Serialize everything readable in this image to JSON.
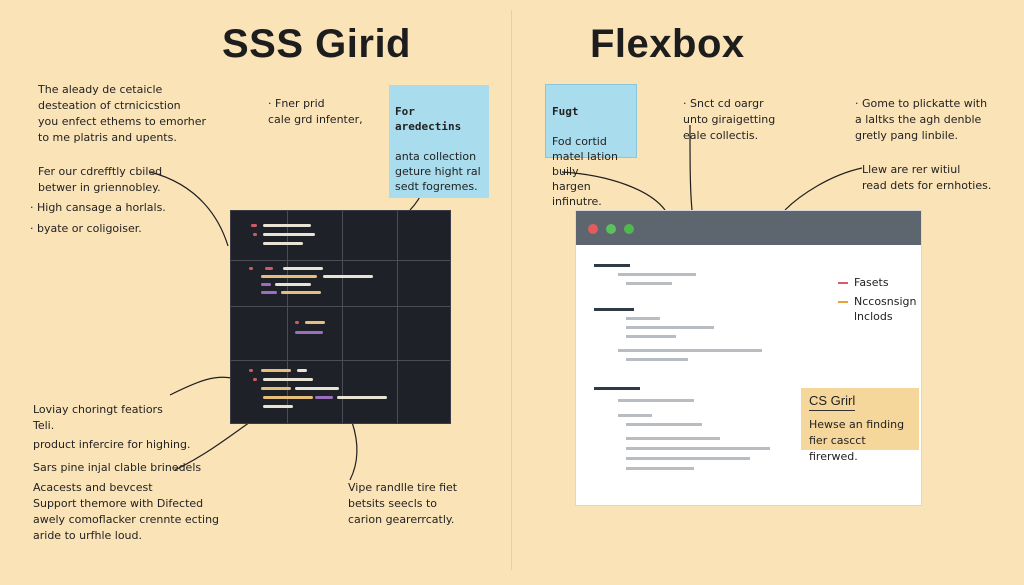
{
  "titles": {
    "left": "SSS Girid",
    "right": "Flexbox"
  },
  "left_notes": {
    "intro": "The aleady de cetaicle\ndesteation of ctrnicicstion\nyou enfect ethems to emorher\nto me platris and upents.",
    "prid": "· Fner prid\n  cale grd infenter,",
    "sticky_title": "For aredectins",
    "sticky_body": "anta collection\ngeture hight ral\nsedt fogremes.",
    "mid": "Fer our cdrefftly cbiled\nbetwer in griennobley.",
    "bullet1": "· High cansage a horlals.",
    "bullet2": "· byate or coligoiser.",
    "bottom": "Loviay choringt featiors\nTeli.",
    "bottom2": "product infercire for highing.",
    "bottom3": "Sars pine injal clable brinedels",
    "bottom4": "Acacests and bevcest\nSupport themore with Difected\nawely comoflacker crennte ecting\naride to urfhle loud.",
    "vipe": "Vipe randlle tire fiet\nbetsits seecls to\ncarion gearerrcatly."
  },
  "right_notes": {
    "fugt_title": "Fugt",
    "fugt_body": "Fod cortid\nmatel lation buily\nhargen infinutre.",
    "snct": "· Snct cd oargr\n  unto giraigetting\n  eale collectis.",
    "game": "· Gome to plickatte with\n  a laltks the agh denble\n  gretly pang linbile.",
    "llew": "Llew are rer witiul\nread dets for ernhoties.",
    "legend": [
      {
        "label": "Fasets",
        "color": "#d95b6b"
      },
      {
        "label": "Nccosnsign\nlnclods",
        "color": "#e8a23a"
      }
    ],
    "card_title": "CS Grirl",
    "card_body": "Hewse an finding\nfier cascct firerwed."
  },
  "colors": {
    "background": "#fbe3b8",
    "grid_bg": "#1f2129",
    "browser_bar": "#5d666f",
    "sticky": "#a9dcec",
    "card": "#f6d79b",
    "dot_red": "#e15c5c",
    "dot_green1": "#5cc05c",
    "dot_green2": "#4fb84f"
  }
}
